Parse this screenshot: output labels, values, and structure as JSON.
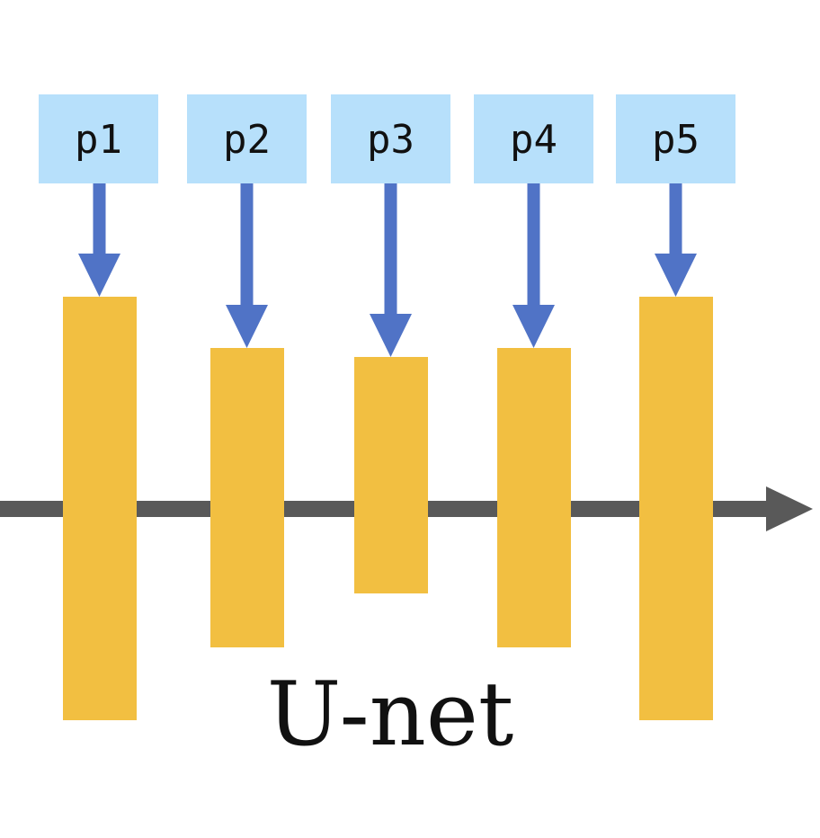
{
  "colors": {
    "prompt_box": "#b7e0fb",
    "arrow": "#5073c6",
    "block": "#f2bf41",
    "axis": "#595959",
    "text": "#111111"
  },
  "prompts": [
    {
      "label": "p1"
    },
    {
      "label": "p2"
    },
    {
      "label": "p3"
    },
    {
      "label": "p4"
    },
    {
      "label": "p5"
    }
  ],
  "network": {
    "label": "U-net"
  }
}
